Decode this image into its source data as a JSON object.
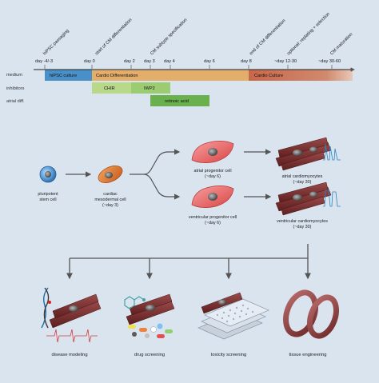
{
  "timeline": {
    "events": [
      {
        "id": "passaging",
        "text": "hiPSC passaging"
      },
      {
        "id": "start_cm",
        "text": "start of CM differentiation"
      },
      {
        "id": "subtype",
        "text": "CM subtype specification"
      },
      {
        "id": "end_cm",
        "text": "end of CM differentiation"
      },
      {
        "id": "replating",
        "text": "optional: replating + selection"
      },
      {
        "id": "maturation",
        "text": "CM maturation"
      }
    ],
    "days": [
      "day -4/-3",
      "day 0",
      "day 2",
      "day 3",
      "day 4",
      "day 6",
      "day 8",
      "~day 12-30",
      "~day 30-60"
    ],
    "rows": {
      "medium": "medium",
      "inhibitors": "inhibitors",
      "atrial": "atrial diff."
    },
    "bars": {
      "hipsc": "hiPSC culture",
      "cardio_diff": "Cardio Differentiation",
      "cardio_culture": "Cardio Culture",
      "chir": "CHIR",
      "iwp2": "IWP2",
      "ra": "retinoic acid"
    }
  },
  "cells": {
    "stem": [
      "pluripotent",
      "stem cell"
    ],
    "meso": [
      "cardiac",
      "mesodermal cell",
      "(~day 3)"
    ],
    "atrial_prog": [
      "atrial progenitor cell",
      "(~day 6)"
    ],
    "vent_prog": [
      "ventricular progenitor cell",
      "(~day 6)"
    ],
    "atrial_cm": [
      "atrial cardiomyocytes",
      "(~day 30)"
    ],
    "vent_cm": [
      "ventricular cardiomyocytes",
      "(~day 30)"
    ]
  },
  "applications": [
    "disease modeling",
    "drug screening",
    "toxicity screening",
    "tissue engineering"
  ],
  "colors": {
    "background": "#d9e4ef",
    "hipsc": "#4a90c8",
    "cardio_diff": "#e3ad6c",
    "cardio_culture": "#c8674a",
    "chir": "#b8d88a",
    "iwp2": "#9ccc72",
    "retinoic_acid": "#6ab04c",
    "progenitor": "#e85c5c",
    "cardiomyocyte": "#7a2e2e",
    "mesoderm": "#e07a30",
    "stem": "#5e9fd8",
    "arrow": "#555555"
  }
}
